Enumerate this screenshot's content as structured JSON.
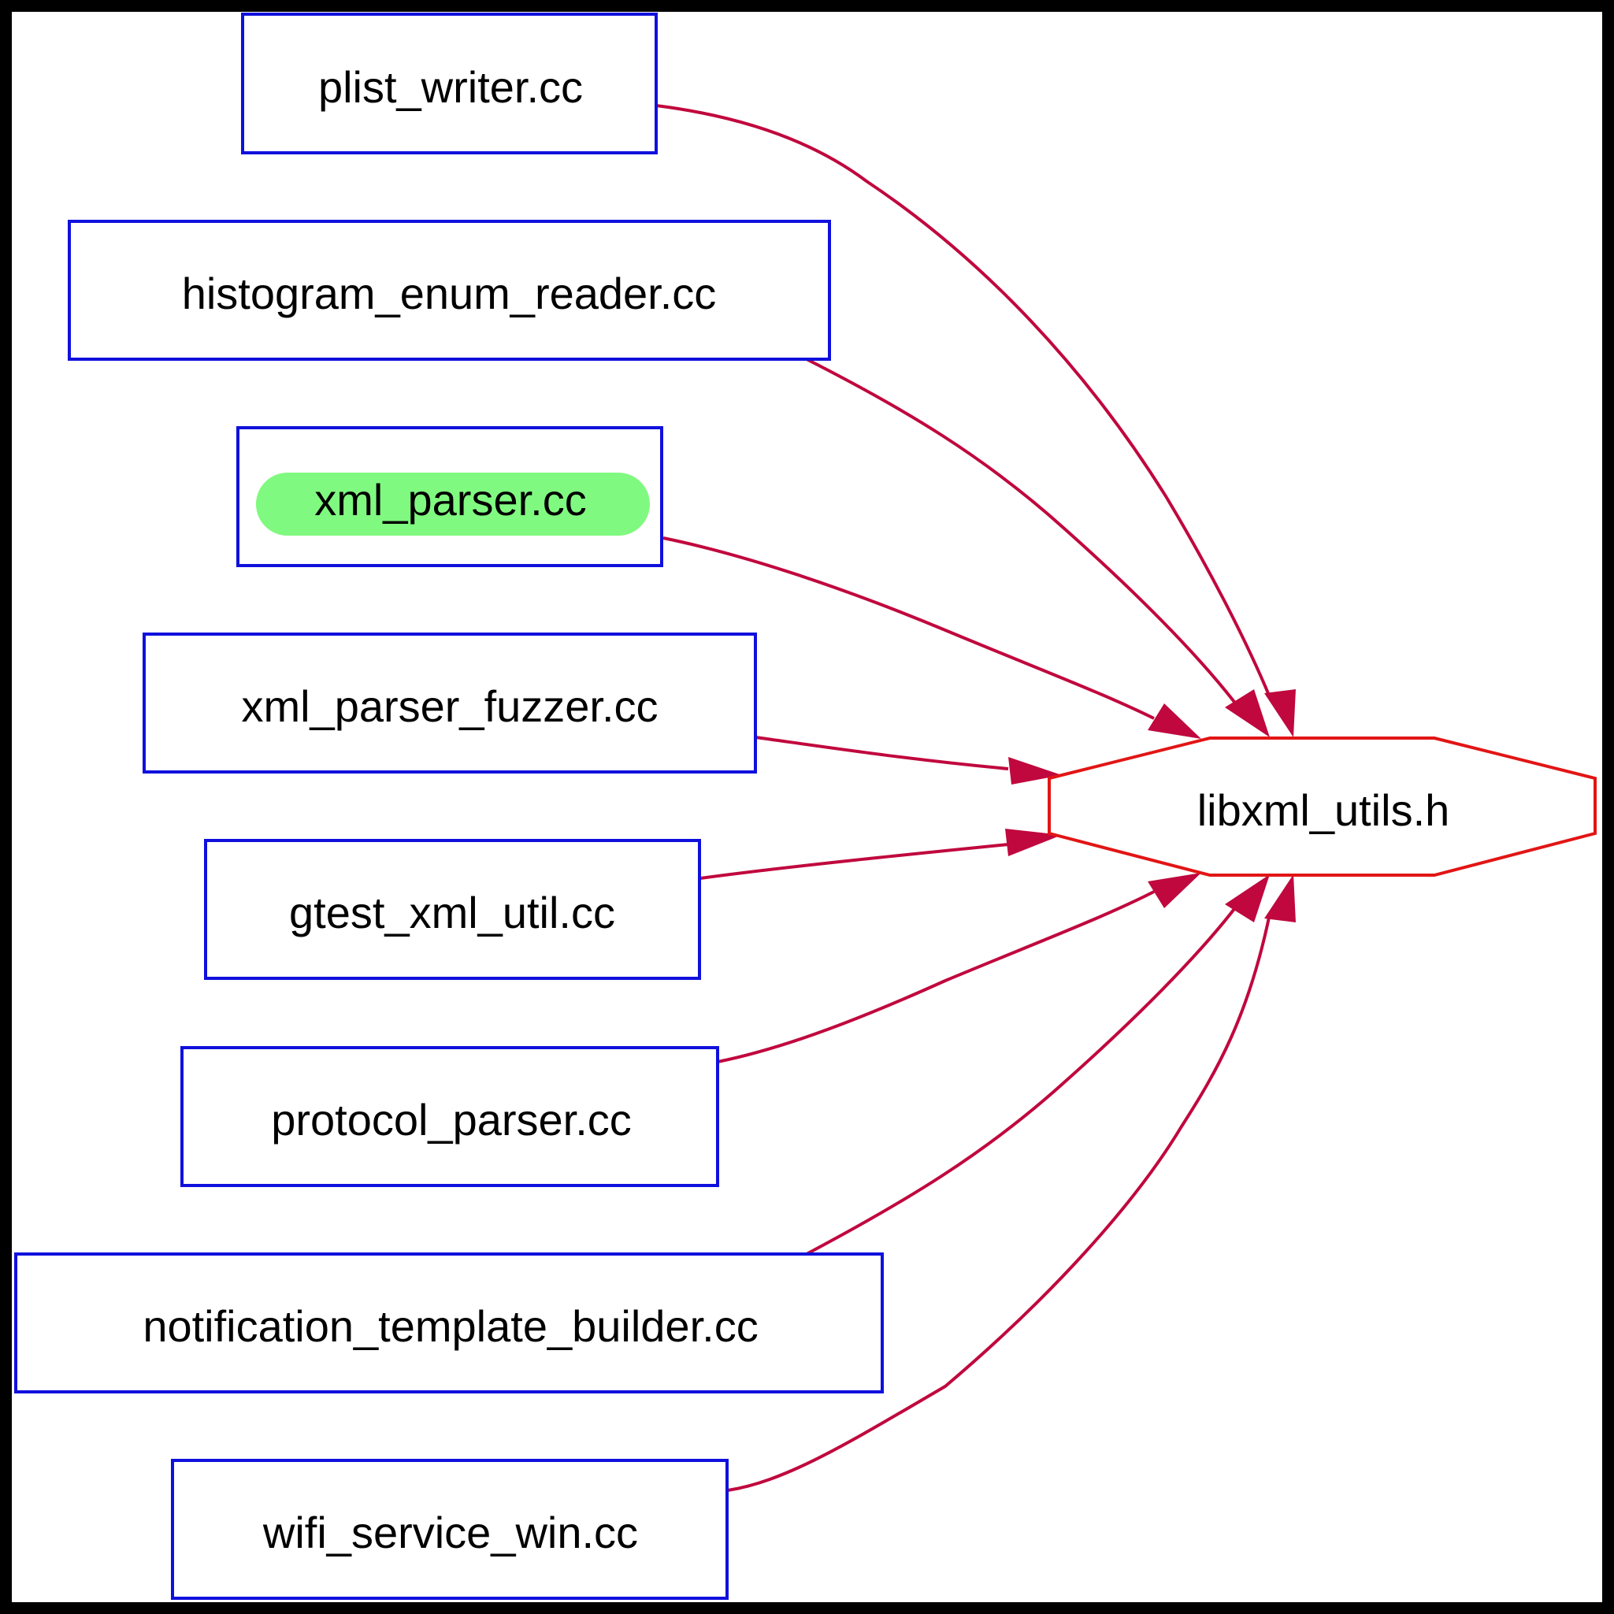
{
  "colors": {
    "background": "#ffffff",
    "frame": "#000000",
    "node_border": "#1010dd",
    "target_border": "#e21515",
    "edge": "#c0083e",
    "highlight": "#80f980"
  },
  "graph": {
    "sources": [
      {
        "id": "plist_writer",
        "label": "plist_writer.cc",
        "highlighted": false
      },
      {
        "id": "histogram_enum_reader",
        "label": "histogram_enum_reader.cc",
        "highlighted": false
      },
      {
        "id": "xml_parser",
        "label": "xml_parser.cc",
        "highlighted": true
      },
      {
        "id": "xml_parser_fuzzer",
        "label": "xml_parser_fuzzer.cc",
        "highlighted": false
      },
      {
        "id": "gtest_xml_util",
        "label": "gtest_xml_util.cc",
        "highlighted": false
      },
      {
        "id": "protocol_parser",
        "label": "protocol_parser.cc",
        "highlighted": false
      },
      {
        "id": "notification_template_builder",
        "label": "notification_template_builder.cc",
        "highlighted": false
      },
      {
        "id": "wifi_service_win",
        "label": "wifi_service_win.cc",
        "highlighted": false
      }
    ],
    "target": {
      "id": "libxml_utils",
      "label": "libxml_utils.h"
    },
    "edges": [
      {
        "from": "plist_writer",
        "to": "libxml_utils"
      },
      {
        "from": "histogram_enum_reader",
        "to": "libxml_utils"
      },
      {
        "from": "xml_parser",
        "to": "libxml_utils"
      },
      {
        "from": "xml_parser_fuzzer",
        "to": "libxml_utils"
      },
      {
        "from": "gtest_xml_util",
        "to": "libxml_utils"
      },
      {
        "from": "protocol_parser",
        "to": "libxml_utils"
      },
      {
        "from": "notification_template_builder",
        "to": "libxml_utils"
      },
      {
        "from": "wifi_service_win",
        "to": "libxml_utils"
      }
    ]
  }
}
